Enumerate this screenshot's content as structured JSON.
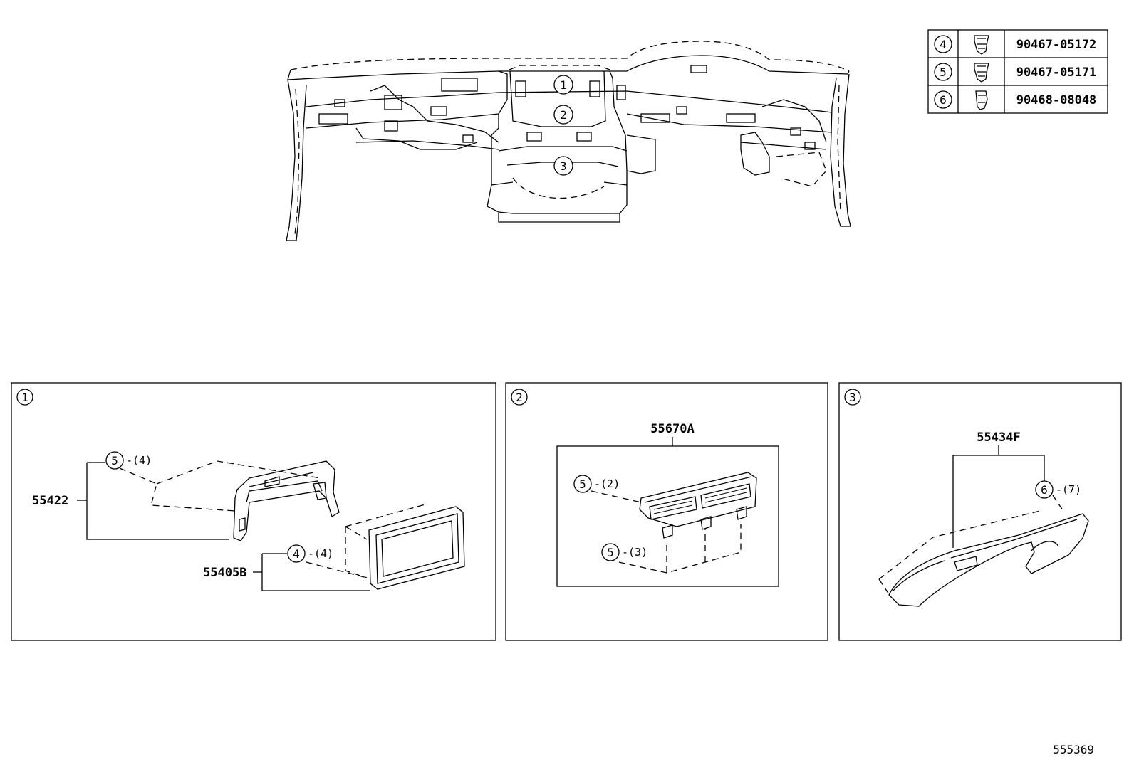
{
  "fastener_table": [
    {
      "key": "4",
      "part": "90467-05172"
    },
    {
      "key": "5",
      "part": "90467-05171"
    },
    {
      "key": "6",
      "part": "90468-08048"
    }
  ],
  "overview_callouts": [
    "1",
    "2",
    "3"
  ],
  "panels": [
    {
      "key": "1",
      "parts": [
        {
          "label": "55422",
          "fastener": "5",
          "qty": "-(4)"
        },
        {
          "label": "55405B",
          "fastener": "4",
          "qty": "-(4)"
        }
      ]
    },
    {
      "key": "2",
      "label": "55670A",
      "fasteners": [
        {
          "fastener": "5",
          "qty": "-(2)"
        },
        {
          "fastener": "5",
          "qty": "-(3)"
        }
      ]
    },
    {
      "key": "3",
      "label": "55434F",
      "fasteners": [
        {
          "fastener": "6",
          "qty": "-(7)"
        }
      ]
    }
  ],
  "reference_id": "555369"
}
